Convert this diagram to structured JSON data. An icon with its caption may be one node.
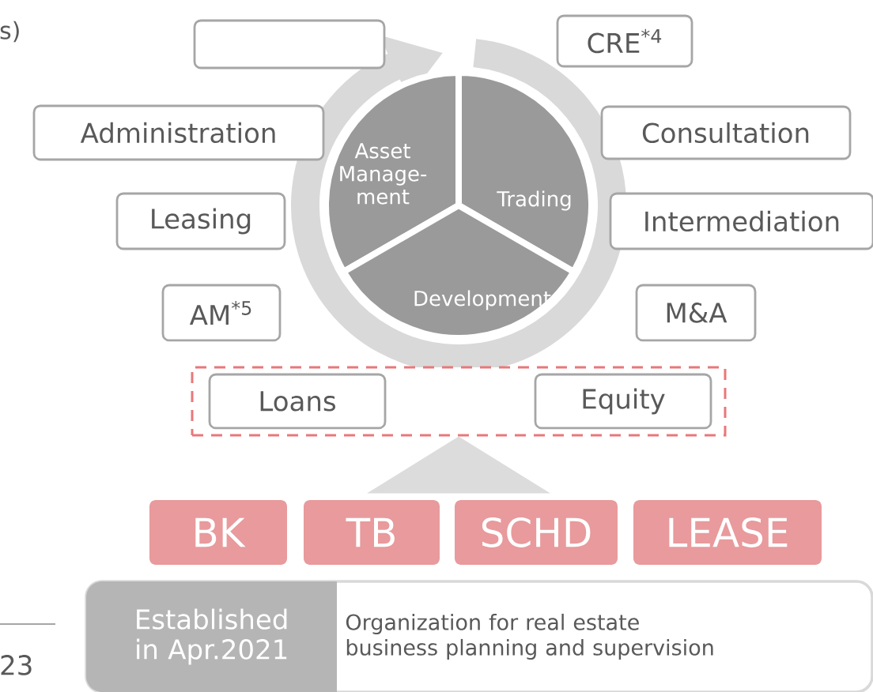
{
  "diagram": {
    "nodes": [
      {
        "text": [],
        "shape": "box"
      },
      {
        "text": [
          "CRE$^{*4}$"
        ]
      },
      {
        "text": [
          "Administration"
        ]
      },
      {
        "text": [
          "Consultation"
        ]
      },
      {
        "text": [
          "Asset Manage- ment"
        ]
      },
      {
        "text": [
          "Leasing"
        ]
      },
      {
        "text": [
          "Trading"
        ]
      },
      {
        "text": [
          "Intermediation"
        ]
      },
      {
        "text": [
          "AM$^{*5}$"
        ]
      },
      {
        "text": [
          "Development"
        ]
      },
      {
        "text": [
          "M&A"
        ]
      },
      {
        "text": [],
        "shape": "box"
      },
      {
        "text": [
          "Loans"
        ],
        "in": 11
      },
      {
        "text": [
          "Equity"
        ],
        "in": 11
      },
      {
        "text": [
          "BK"
        ]
      },
      {
        "text": [
          "TB"
        ]
      },
      {
        "text": [
          "SCHD"
        ]
      },
      {
        "text": [
          "LEASE"
        ]
      },
      {
        "text": [
          "Established in Apr.2021",
          "Organization for real estate business planning and supervision"
        ]
      }
    ],
    "edges": [
      {
        "from": null,
        "to": 11,
        "arrow": "to"
      }
    ],
    "labels": [
      "s)",
      "23"
    ]
  }
}
